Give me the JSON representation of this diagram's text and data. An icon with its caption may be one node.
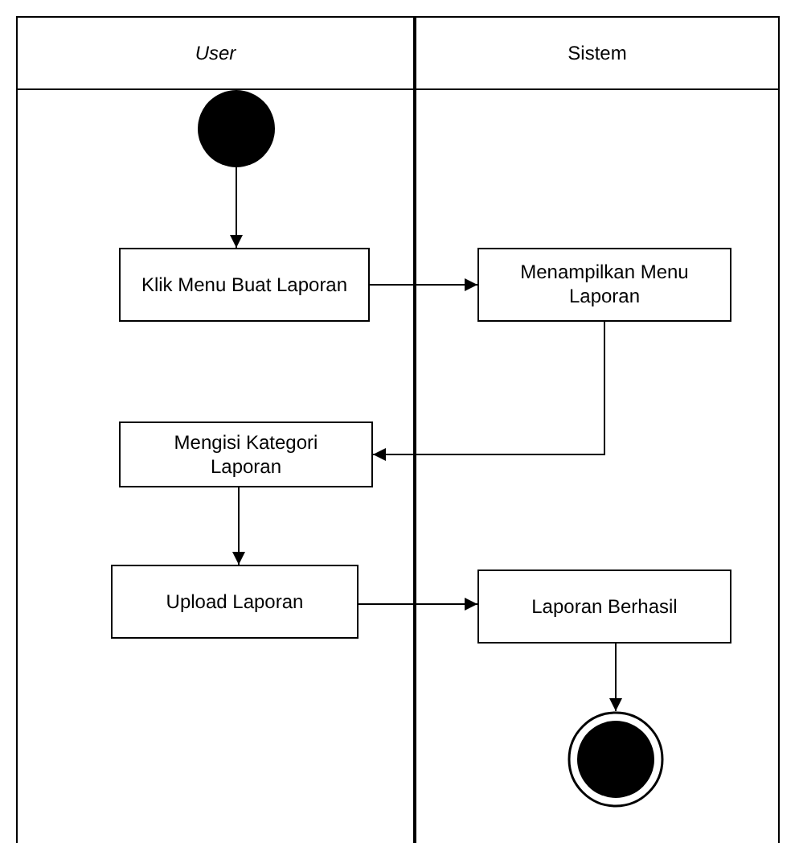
{
  "diagram": {
    "nodes": [
      {
        "text": [
          "User"
        ]
      },
      {
        "text": [
          "Sistem"
        ]
      },
      {
        "text": [],
        "shape": "circle",
        "in": 0
      },
      {
        "text": [
          "Klik Menu Buat Laporan"
        ],
        "in": 0
      },
      {
        "text": [
          "Menampilkan Menu Laporan"
        ],
        "in": 1
      },
      {
        "text": [
          "Mengisi Kategori Laporan"
        ],
        "in": 0
      },
      {
        "text": [
          "Upload Laporan"
        ],
        "in": 0
      },
      {
        "text": [
          "Laporan Berhasil"
        ],
        "in": 1
      },
      {
        "text": [],
        "shape": "circle",
        "in": 1
      }
    ],
    "edges": [
      {
        "from": 2,
        "to": 3,
        "arrow": "to"
      },
      {
        "from": 3,
        "to": 4,
        "arrow": "to"
      },
      {
        "from": 4,
        "to": 5,
        "arrow": "to"
      },
      {
        "from": 5,
        "to": 6,
        "arrow": "to"
      },
      {
        "from": 6,
        "to": 7,
        "arrow": "to"
      },
      {
        "from": 7,
        "to": 8,
        "arrow": "to"
      }
    ]
  }
}
